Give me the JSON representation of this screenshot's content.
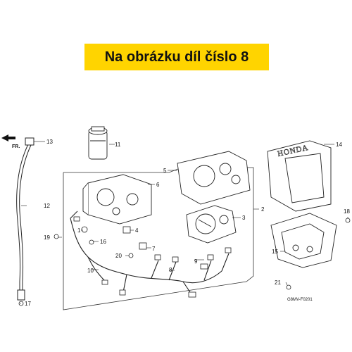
{
  "banner": {
    "text": "Na obrázku díl číslo 8",
    "bg_color": "#ffd400"
  },
  "direction_label": "FR.",
  "brand_text": "HONDA",
  "diagram_code": "G8MV-F0201",
  "callouts": [
    "1",
    "2",
    "3",
    "4",
    "5",
    "6",
    "7",
    "8",
    "9",
    "10",
    "11",
    "12",
    "13",
    "14",
    "15",
    "16",
    "17",
    "18",
    "19",
    "20",
    "21"
  ]
}
